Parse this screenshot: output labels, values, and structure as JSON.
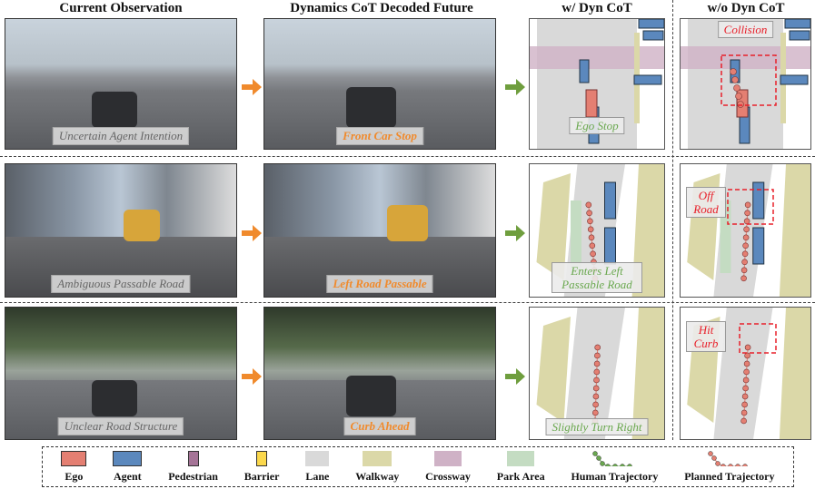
{
  "headers": [
    "Current Observation",
    "Dynamics CoT Decoded Future",
    "w/ Dyn CoT",
    "w/o Dyn CoT"
  ],
  "rows": [
    {
      "obs_caption": "Uncertain Agent Intention",
      "future_caption": "Front Car Stop",
      "with_caption": "Ego Stop",
      "without_caption": "Collision"
    },
    {
      "obs_caption": "Ambiguous Passable Road",
      "future_caption": "Left Road Passable",
      "with_caption": "Enters Left Passable Road",
      "without_caption": "Off Road"
    },
    {
      "obs_caption": "Unclear Road Structure",
      "future_caption": "Curb Ahead",
      "with_caption": "Slightly Turn Right",
      "without_caption": "Hit Curb"
    }
  ],
  "legend": [
    {
      "label": "Ego",
      "color": "#e47f72"
    },
    {
      "label": "Agent",
      "color": "#5b88bd"
    },
    {
      "label": "Pedestrian",
      "color": "#a57497"
    },
    {
      "label": "Barrier",
      "color": "#fbd84c"
    },
    {
      "label": "Lane",
      "color": "#d9d9d9"
    },
    {
      "label": "Walkway",
      "color": "#dbd8a8"
    },
    {
      "label": "Crossway",
      "color": "#cfb2c6"
    },
    {
      "label": "Park Area",
      "color": "#c4dcc2"
    },
    {
      "label": "Human Trajectory",
      "color": "#6aa84f"
    },
    {
      "label": "Planned Trajectory",
      "color": "#e47f72"
    }
  ],
  "colors": {
    "arrow_orange": "#f08a2c",
    "arrow_green": "#6f9e3e",
    "highlight_red": "#e8202a"
  }
}
